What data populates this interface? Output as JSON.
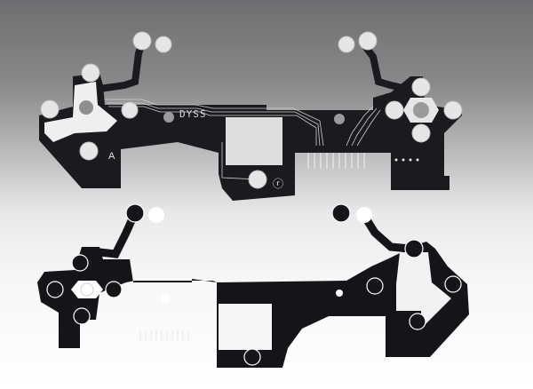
{
  "image": {
    "description": "Product photo of two game-controller flex circuit ribbons on a gradient background",
    "background": {
      "top": "#6e6e70",
      "bottom": "#ffffff"
    }
  },
  "top_ribbon": {
    "silkscreen_code": "DYSS",
    "corner_letter": "A",
    "logo_glyph": "ⓡ",
    "color": "#1b1a1f",
    "pad_color": "#e8e8e8",
    "trace_color": "#d0d0d0"
  },
  "bottom_ribbon": {
    "color": "#151419",
    "pad_color": "#ffffff"
  }
}
